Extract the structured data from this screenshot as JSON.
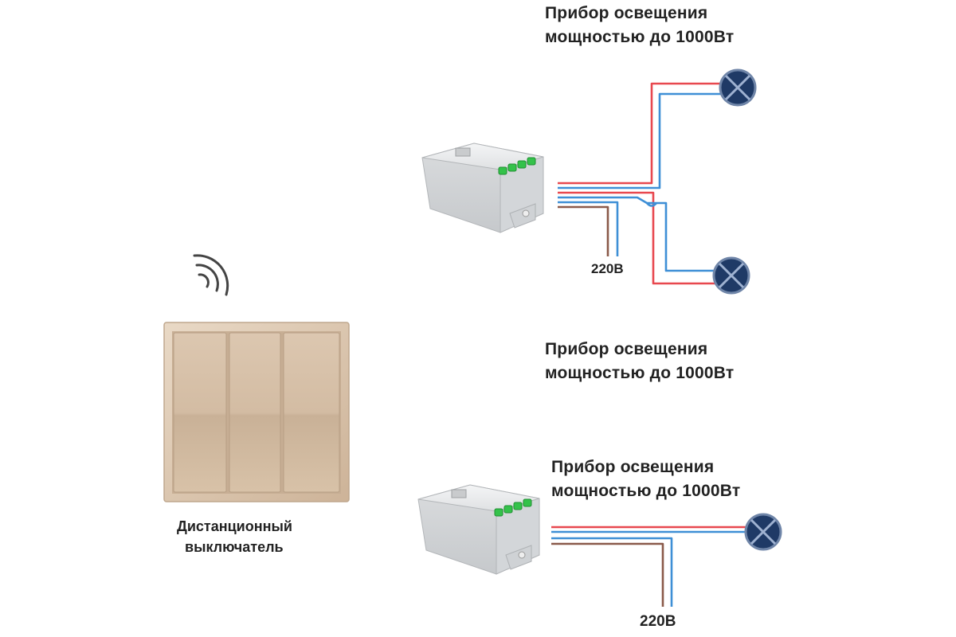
{
  "load_labels": [
    {
      "line1": "Прибор освещения",
      "line2": "мощностью до 1000Вт"
    },
    {
      "line1": "Прибор освещения",
      "line2": "мощностью до 1000Вт"
    },
    {
      "line1": "Прибор освещения",
      "line2": "мощностью до 1000Вт"
    }
  ],
  "voltage_labels": [
    "220В",
    "220В"
  ],
  "switch_label": {
    "line1": "Дистанционный",
    "line2": "выключатель"
  },
  "colors": {
    "wire_red": "#e8484f",
    "wire_blue": "#3e8fd6",
    "wire_brown": "#8a5a4a",
    "lamp_fill": "#1f3a66",
    "switch_plate": "#d9c3aa",
    "relay_body": "#e4e6e8",
    "relay_terminals": "#34c24a"
  },
  "icons": [
    "wireless-signal-icon",
    "lamp-icon",
    "relay-module-icon",
    "three-gang-switch-icon"
  ]
}
